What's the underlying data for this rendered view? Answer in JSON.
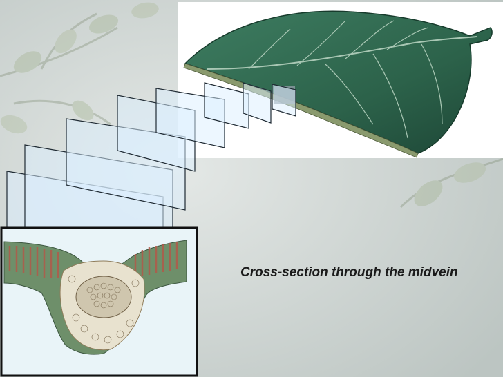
{
  "slide": {
    "caption": "Cross-section through the midvein"
  },
  "colors": {
    "background": "#c8cfcc",
    "leaf": "#2f6a4f",
    "leaf_dark": "#1e4c37",
    "section_frames": "#1f2a33",
    "section_fill": "#dcefff",
    "cross_section_border": "#111111"
  },
  "icons": [
    "leaf-illustration",
    "leaf-cross-section-micrograph"
  ]
}
